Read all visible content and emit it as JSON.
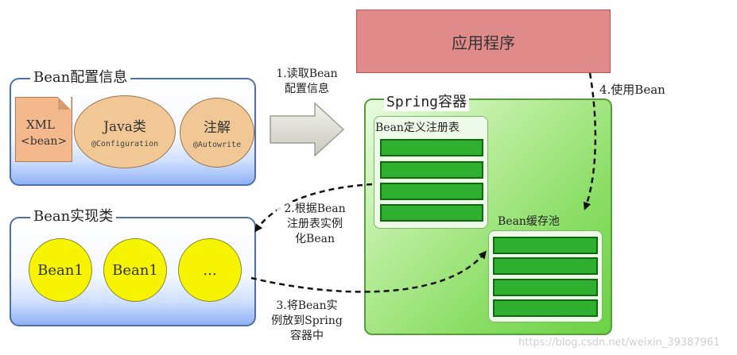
{
  "config_panel": {
    "title": "Bean配置信息",
    "xml_line1": "XML",
    "xml_line2": "<bean>",
    "java_main": "Java类",
    "java_sub": "@Configuration",
    "annotation_main": "注解",
    "annotation_sub": "@Autowrite"
  },
  "app_box": {
    "label": "应用程序"
  },
  "spring": {
    "title": "Spring容器",
    "registry_title": "Bean定义注册表",
    "cache_title": "Bean缓存池"
  },
  "impl_panel": {
    "title": "Bean实现类",
    "beans": [
      "Bean1",
      "Bean1",
      "..."
    ]
  },
  "steps": {
    "step1_line1": "1.读取Bean",
    "step1_line2": "配置信息",
    "step2_line1": "2.根据Bean",
    "step2_line2": "注册表实例",
    "step2_line3": "化Bean",
    "step3_line1": "3.将Bean实",
    "step3_line2": "例放到Spring",
    "step3_line3": "容器中",
    "step4": "4.使用Bean"
  },
  "watermark": "https://blog.csdn.net/weixin_39387961",
  "colors": {
    "panel_border": "#4f6fa6",
    "app_fill": "#e08a8a",
    "spring_fill": "#88dd63",
    "bar_fill": "#2fb12f",
    "bean_fill": "#f6f400",
    "ellipse_fill": "#f1c895"
  }
}
